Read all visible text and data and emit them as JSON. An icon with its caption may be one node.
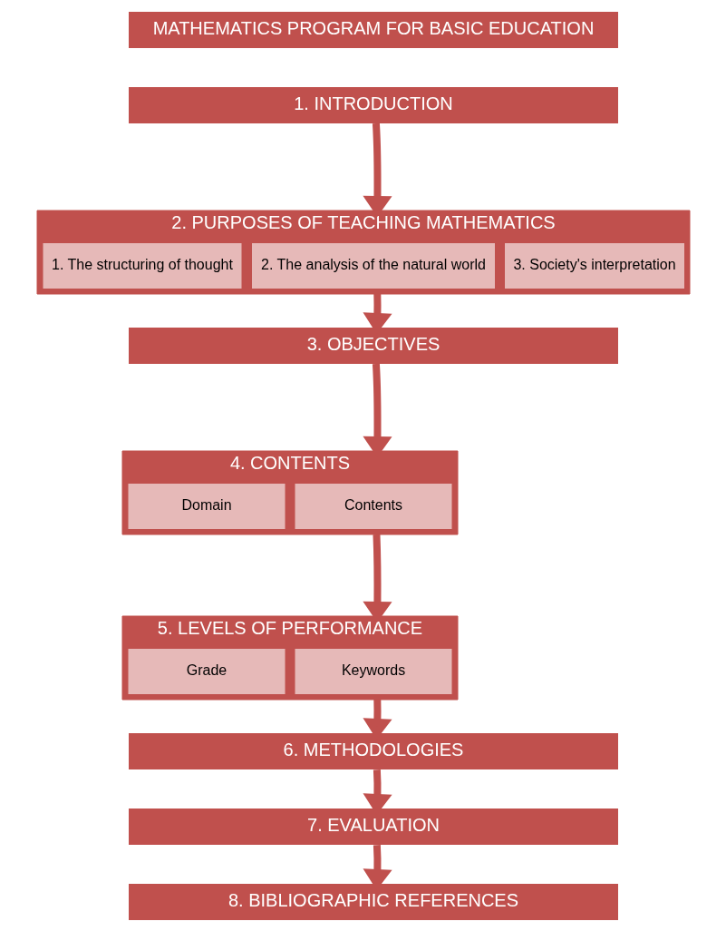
{
  "diagram": {
    "nodes": [
      {
        "text": [
          "MATHEMATICS PROGRAM FOR BASIC EDUCATION"
        ]
      },
      {
        "text": [
          "1. INTRODUCTION"
        ]
      },
      {
        "text": [
          "2. PURPOSES OF TEACHING MATHEMATICS"
        ]
      },
      {
        "text": [
          "1. The structuring of thought"
        ],
        "in": 2
      },
      {
        "text": [
          "2. The analysis of the natural world"
        ],
        "in": 2
      },
      {
        "text": [
          "3. Society's interpretation"
        ],
        "in": 2
      },
      {
        "text": [
          "3. OBJECTIVES"
        ]
      },
      {
        "text": [
          "4. CONTENTS"
        ]
      },
      {
        "text": [
          "Domain"
        ],
        "in": 7
      },
      {
        "text": [
          "Contents"
        ],
        "in": 7
      },
      {
        "text": [
          "5. LEVELS OF PERFORMANCE"
        ]
      },
      {
        "text": [
          "Grade"
        ],
        "in": 10
      },
      {
        "text": [
          "Keywords"
        ],
        "in": 10
      },
      {
        "text": [
          "6. METHODOLOGIES"
        ]
      },
      {
        "text": [
          "7. EVALUATION"
        ]
      },
      {
        "text": [
          "8. BIBLIOGRAPHIC REFERENCES"
        ]
      }
    ],
    "edges": [
      {
        "from": 1,
        "to": 2,
        "arrow": "to"
      },
      {
        "from": 2,
        "to": 6,
        "arrow": "to"
      },
      {
        "from": 6,
        "to": 7,
        "arrow": "to"
      },
      {
        "from": 7,
        "to": 10,
        "arrow": "to"
      },
      {
        "from": 10,
        "to": 13,
        "arrow": "to"
      },
      {
        "from": 13,
        "to": 14,
        "arrow": "to"
      },
      {
        "from": 14,
        "to": 15,
        "arrow": "to"
      }
    ]
  }
}
